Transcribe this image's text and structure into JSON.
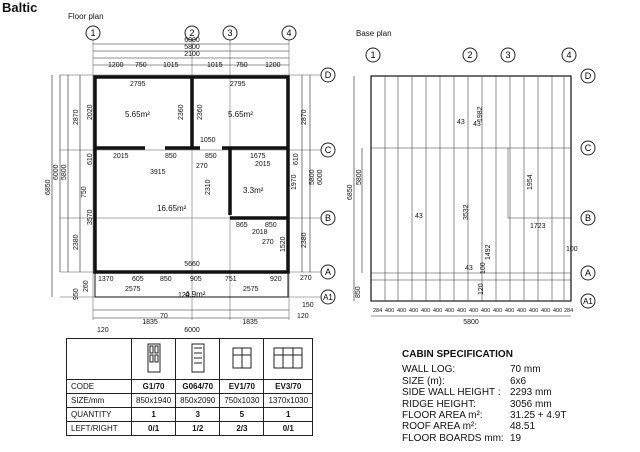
{
  "title": "Baltic",
  "floor_plan": {
    "label": "Floor plan",
    "axes": [
      "1",
      "2",
      "3",
      "4"
    ],
    "rows": [
      "A",
      "A1",
      "B",
      "C",
      "D"
    ],
    "dims_top": [
      "6000",
      "5800",
      "2100",
      "1200",
      "750",
      "1015",
      "1015",
      "750",
      "1200",
      "2795",
      "2795"
    ],
    "dims_bottom": [
      "1835",
      "1835",
      "6000",
      "120",
      "70"
    ],
    "dims_left": [
      "6850",
      "6000",
      "5800",
      "2870",
      "2020",
      "610",
      "750",
      "3570",
      "2380",
      "950",
      "260"
    ],
    "dims_right": [
      "6000",
      "5800",
      "2870",
      "1970",
      "610",
      "2380"
    ],
    "interior": [
      "2015",
      "850",
      "850",
      "1675",
      "2015",
      "3915",
      "2310",
      "1050",
      "270",
      "2360",
      "2360",
      "865",
      "850",
      "2018",
      "270",
      "1520",
      "5660",
      "1370",
      "605",
      "850",
      "905",
      "751",
      "920",
      "2575",
      "2575",
      "4.9m²",
      "3.3m²",
      "16.65m²",
      "5.65m²",
      "5.65m²",
      "120",
      "150",
      "120",
      "270"
    ]
  },
  "base_plan": {
    "label": "Base plan",
    "axes": [
      "1",
      "2",
      "3",
      "4"
    ],
    "rows": [
      "A",
      "A1",
      "B",
      "C",
      "D"
    ],
    "dims": [
      "6850",
      "5800",
      "3532",
      "1982",
      "1954",
      "1723",
      "1492",
      "100",
      "100",
      "120",
      "43",
      "43",
      "43",
      "850",
      "43",
      "5800"
    ],
    "bottom_ticks": [
      "284",
      "400",
      "400",
      "400",
      "400",
      "400",
      "400",
      "400",
      "400",
      "400",
      "400",
      "400",
      "400",
      "400",
      "400",
      "400",
      "284"
    ]
  },
  "doors_table": {
    "rows": [
      {
        "label": "CODE",
        "values": [
          "G1/70",
          "G064/70",
          "EV1/70",
          "EV3/70"
        ]
      },
      {
        "label": "SIZE/mm",
        "values": [
          "850x1940",
          "850x2090",
          "750x1030",
          "1370x1030"
        ]
      },
      {
        "label": "QUANTITY",
        "values": [
          "1",
          "3",
          "5",
          "1"
        ]
      },
      {
        "label": "LEFT/RIGHT",
        "values": [
          "0/1",
          "1/2",
          "2/3",
          "0/1"
        ]
      }
    ]
  },
  "spec": {
    "heading": "CABIN SPECIFICATION",
    "rows": [
      {
        "k": "WALL LOG:",
        "v": "70 mm"
      },
      {
        "k": "SIZE (m):",
        "v": "6x6"
      },
      {
        "k": "SIDE WALL HEIGHT :",
        "v": "2293 mm"
      },
      {
        "k": "RIDGE HEIGHT:",
        "v": "3056 mm"
      },
      {
        "k": "FLOOR AREA m²:",
        "v": "31.25 + 4.9T"
      },
      {
        "k": "ROOF AREA m²:",
        "v": "48.51"
      },
      {
        "k": "FLOOR BOARDS mm:",
        "v": "19"
      }
    ]
  }
}
